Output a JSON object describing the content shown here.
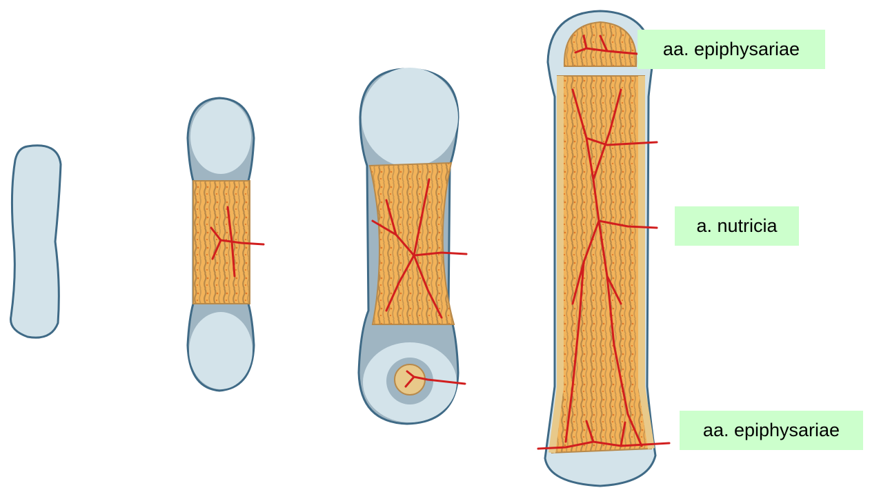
{
  "labels": {
    "epiphyseal_top": "aa. epiphysariae",
    "nutrient": "a. nutricia",
    "epiphyseal_bottom": "aa. epiphysariae"
  },
  "colors": {
    "label_background": "#ccffcc",
    "cartilage": "#d3e3ea",
    "cartilage_shadow": "#9fb5c2",
    "cartilage_outline": "#3f6a86",
    "bone": "#e8c98a",
    "marrow": "#f2b35a",
    "trabecula": "#b8894a",
    "artery": "#d11e1e"
  }
}
